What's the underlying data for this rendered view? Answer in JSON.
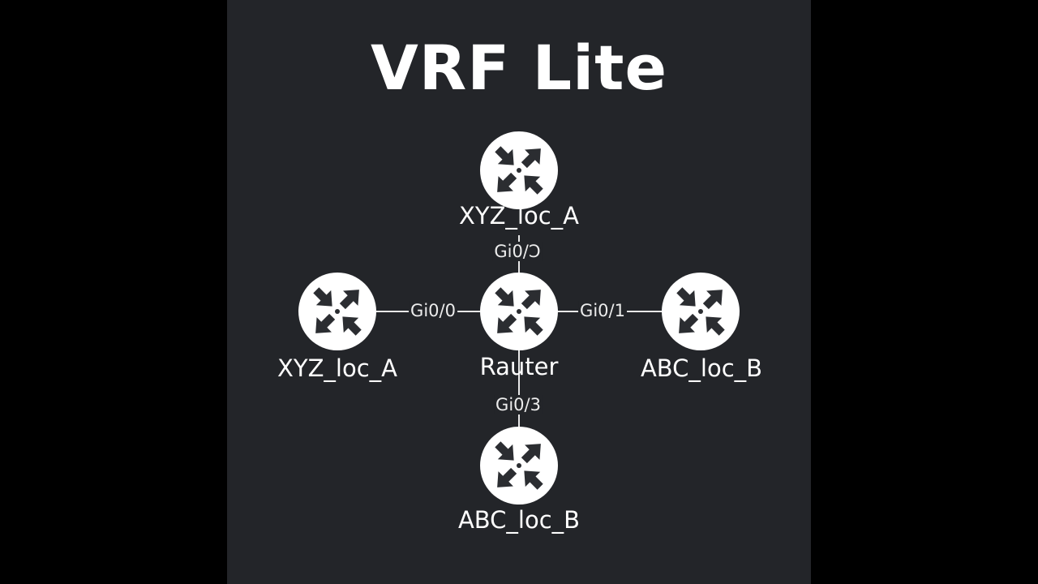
{
  "diagram": {
    "title": "VRF Lite",
    "nodes": {
      "top": {
        "label": "XYZ_loc_A",
        "icon": "router-icon"
      },
      "left": {
        "label": "XYZ_loc_A",
        "icon": "router-icon"
      },
      "center": {
        "label": "Rauter",
        "icon": "router-icon"
      },
      "right": {
        "label": "ABC_loc_B",
        "icon": "router-icon"
      },
      "bottom": {
        "label": "ABC_loc_B",
        "icon": "router-icon"
      }
    },
    "links": [
      {
        "from": "center",
        "to": "top",
        "port": "Gi0/Ɔ"
      },
      {
        "from": "center",
        "to": "left",
        "port": "Gi0/0"
      },
      {
        "from": "center",
        "to": "right",
        "port": "Gi0/1"
      },
      {
        "from": "center",
        "to": "bottom",
        "port": "Gi0/3"
      }
    ],
    "colors": {
      "background": "#232529",
      "node_fill": "#ffffff",
      "icon": "#2b2d31",
      "text": "#ffffff"
    }
  }
}
